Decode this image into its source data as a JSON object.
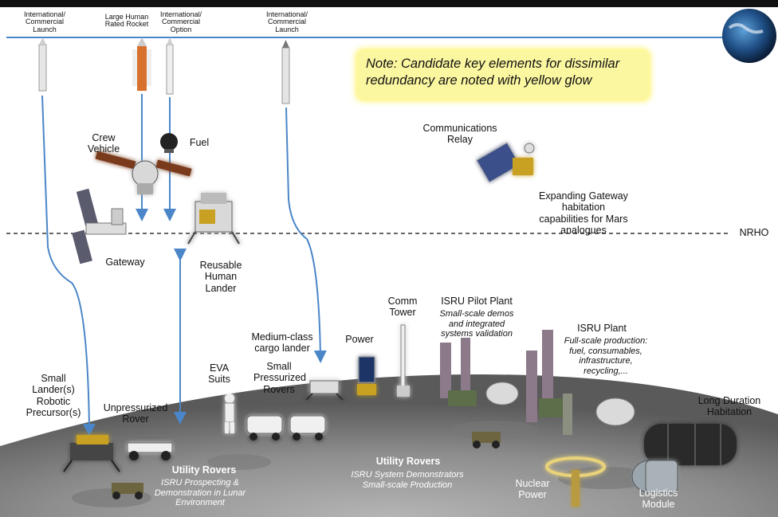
{
  "launch_labels": {
    "intl_launch_1": "International/ Commercial Launch",
    "large_rocket": "Large Human Rated Rocket",
    "intl_option": "International/ Commercial Option",
    "intl_launch_2": "International/ Commercial Launch"
  },
  "note": "Note: Candidate key elements for dissimilar redundancy are noted with yellow glow",
  "orbit": {
    "crew_vehicle": "Crew Vehicle",
    "fuel": "Fuel",
    "gateway": "Gateway",
    "reusable_lander": "Reusable Human Lander",
    "comms_relay": "Communications Relay",
    "expanding": "Expanding Gateway habitation capabilities for Mars analogues",
    "nrho": "NRHO"
  },
  "surface": {
    "small_lander": "Small Lander(s) Robotic Precursor(s)",
    "unpressurized_rover": "Unpressurized Rover",
    "utility_rovers_1_title": "Utility Rovers",
    "utility_rovers_1_desc": "ISRU Prospecting & Demonstration in Lunar Environment",
    "eva_suits": "EVA Suits",
    "pressurized_rovers": "Small Pressurized Rovers",
    "cargo_lander": "Medium-class cargo lander",
    "power": "Power",
    "comm_tower": "Comm Tower",
    "isru_pilot_title": "ISRU Pilot Plant",
    "isru_pilot_desc": "Small-scale demos and integrated systems validation",
    "utility_rovers_2_title": "Utility Rovers",
    "utility_rovers_2_desc": "ISRU System Demonstrators Small-scale Production",
    "isru_plant_title": "ISRU Plant",
    "isru_plant_desc": "Full-scale production: fuel, consumables, infrastructure, recycling,...",
    "nuclear_power": "Nuclear Power",
    "long_duration": "Long Duration Habitation",
    "logistics": "Logistics Module"
  },
  "colors": {
    "arrow": "#4a86c8",
    "glow": "#fff36b",
    "moon": "#8a8a8a"
  }
}
